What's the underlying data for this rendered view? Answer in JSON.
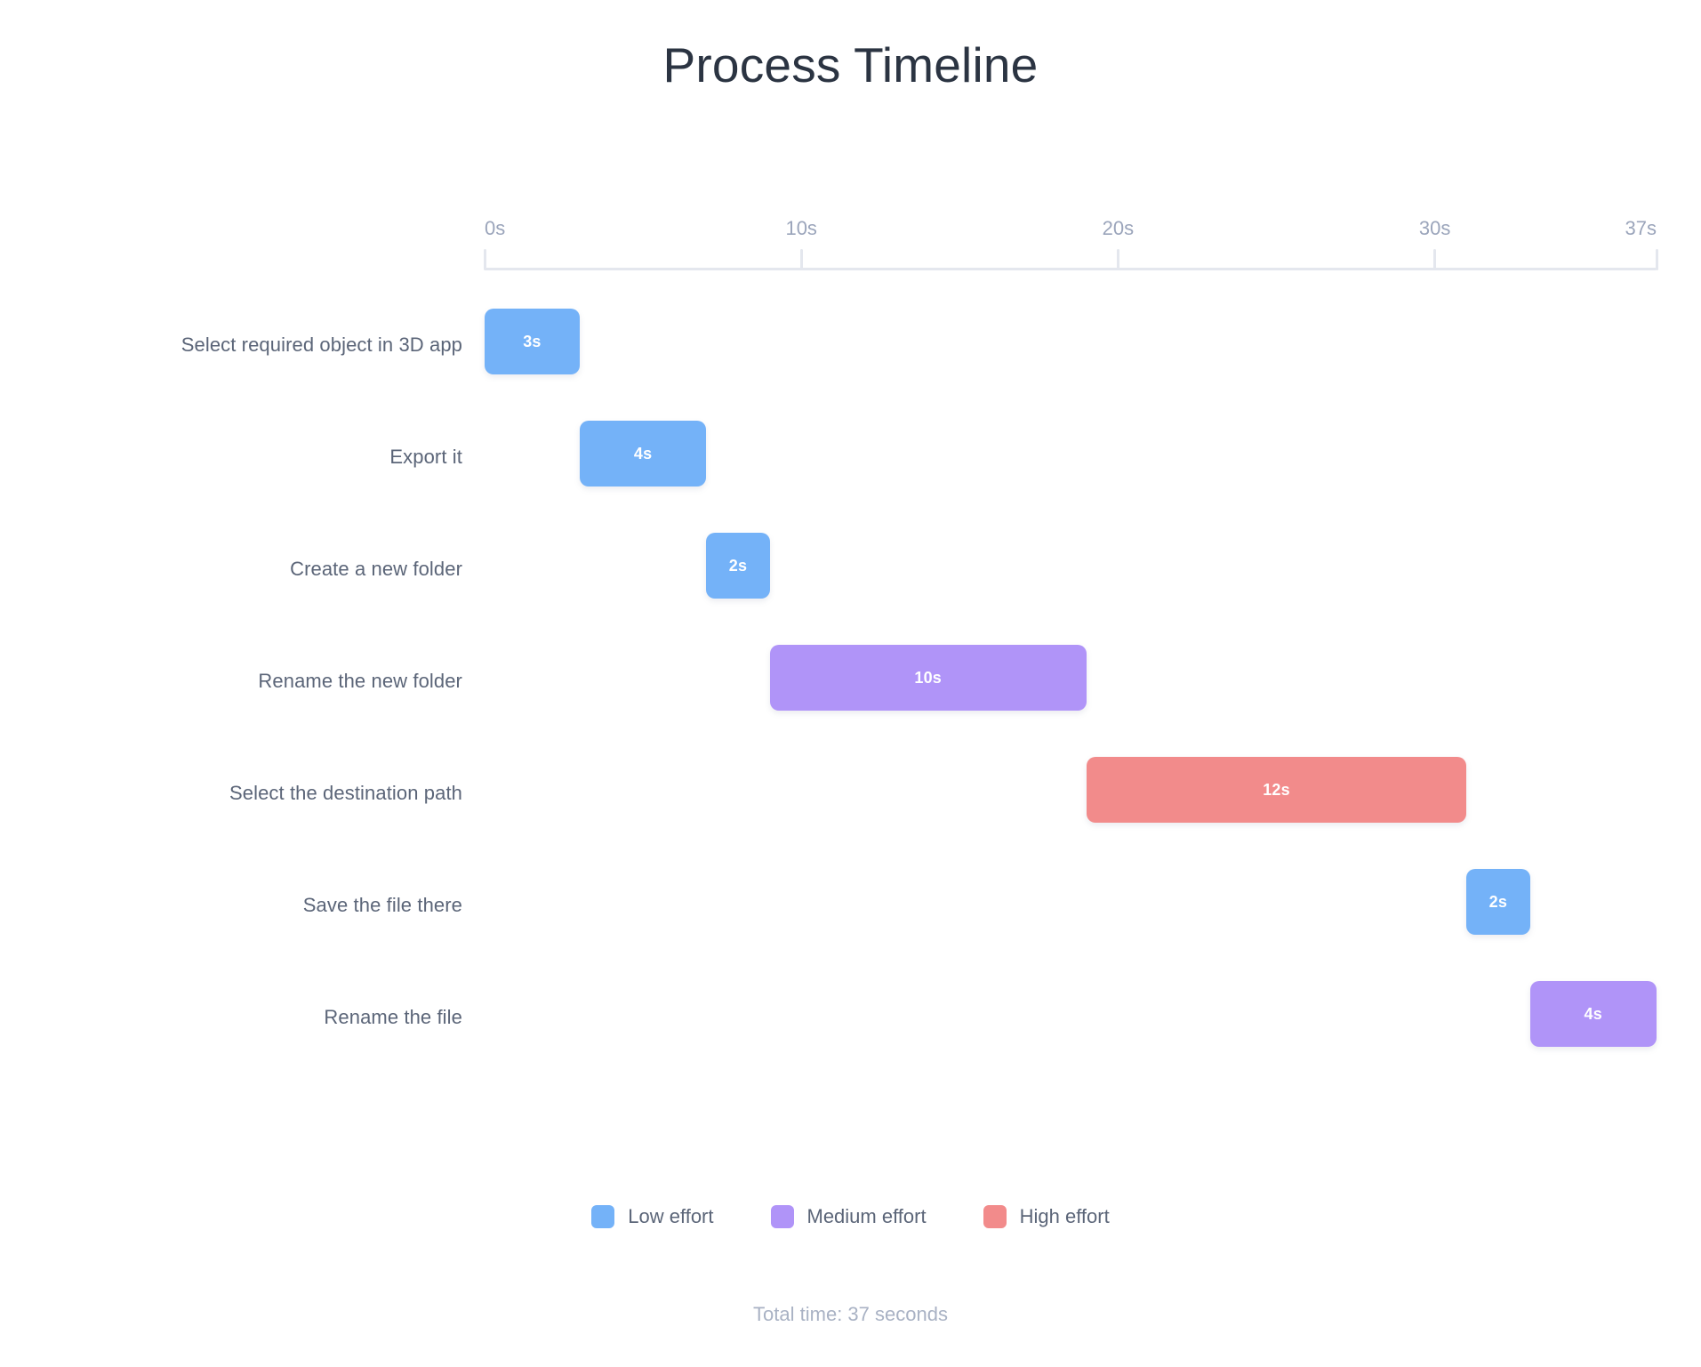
{
  "chart_data": {
    "type": "bar",
    "subtype": "gantt-timeline",
    "title": "Process Timeline",
    "xlabel": "",
    "ylabel": "",
    "xlim": [
      0,
      37
    ],
    "x_unit": "s",
    "grid": false,
    "axis_ticks": [
      {
        "value": 0,
        "label": "0s"
      },
      {
        "value": 10,
        "label": "10s"
      },
      {
        "value": 20,
        "label": "20s"
      },
      {
        "value": 30,
        "label": "30s"
      },
      {
        "value": 37,
        "label": "37s"
      }
    ],
    "categories": [
      "Select required object in 3D app",
      "Export it",
      "Create a new folder",
      "Rename the new folder",
      "Select the destination path",
      "Save the file there",
      "Rename the file"
    ],
    "values": [
      3,
      4,
      2,
      10,
      12,
      2,
      4
    ],
    "starts": [
      0,
      3,
      7,
      9,
      19,
      31,
      33
    ],
    "tasks": [
      {
        "label": "Select required object in 3D app",
        "start": 0,
        "duration": 3,
        "value_label": "3s",
        "effort": "low",
        "color": "#74b2f8"
      },
      {
        "label": "Export it",
        "start": 3,
        "duration": 4,
        "value_label": "4s",
        "effort": "low",
        "color": "#74b2f8"
      },
      {
        "label": "Create a new folder",
        "start": 7,
        "duration": 2,
        "value_label": "2s",
        "effort": "low",
        "color": "#74b2f8"
      },
      {
        "label": "Rename the new folder",
        "start": 9,
        "duration": 10,
        "value_label": "10s",
        "effort": "medium",
        "color": "#b094f8"
      },
      {
        "label": "Select the destination path",
        "start": 19,
        "duration": 12,
        "value_label": "12s",
        "effort": "high",
        "color": "#f28b8b"
      },
      {
        "label": "Save the file there",
        "start": 31,
        "duration": 2,
        "value_label": "2s",
        "effort": "low",
        "color": "#74b2f8"
      },
      {
        "label": "Rename the file",
        "start": 33,
        "duration": 4,
        "value_label": "4s",
        "effort": "medium",
        "color": "#b094f8"
      }
    ],
    "legend_position": "bottom",
    "legend": [
      {
        "label": "Low effort",
        "color": "#74b2f8"
      },
      {
        "label": "Medium effort",
        "color": "#b094f8"
      },
      {
        "label": "High effort",
        "color": "#f28b8b"
      }
    ]
  },
  "footer": {
    "total_time_label": "Total time: 37 seconds"
  },
  "colors": {
    "background": "#ffffff",
    "title": "#2b3442",
    "label": "#5b6578",
    "axis": "#e4e7ee",
    "axis_label": "#9ba5bb",
    "footer": "#a9b2c4",
    "low_effort": "#74b2f8",
    "medium_effort": "#b094f8",
    "high_effort": "#f28b8b"
  }
}
